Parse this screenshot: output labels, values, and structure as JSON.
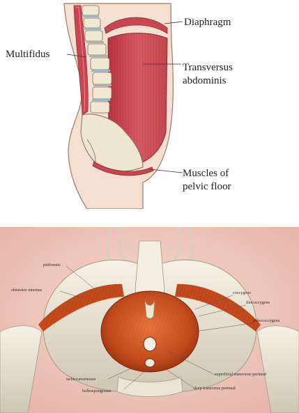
{
  "top_figure": {
    "labels": {
      "diaphragm": "Diaphragm",
      "multifidus": "Multifidus",
      "transversus_line1": "Transversus",
      "transversus_line2": "abdominis",
      "pelvic_line1": "Muscles of",
      "pelvic_line2": "pelvic floor"
    },
    "colors": {
      "muscle": "#c9454f",
      "skin": "#f3ddcf",
      "bone": "#f2ead6",
      "outline": "#8a6a5a"
    }
  },
  "bottom_figure": {
    "labels": {
      "piriformis": "piriformis",
      "obturator_internus": "obturator internus",
      "coccygeus": "coccygeus",
      "iliococcygeus": "iliococcygeus",
      "pubococcygeus": "pubococcygeus",
      "superficial_transverse_perineal": "superficial transverse perineal",
      "ischiocavernosus": "ischiocavernosus",
      "deep_transverse_perineal": "deep transverse perineal",
      "bulbospongiosus": "bulbospongiosus"
    },
    "colors": {
      "muscle": "#c0471c",
      "muscle_light": "#e0703a",
      "bone": "#ece6d6",
      "background": "#f3cfc4"
    }
  }
}
